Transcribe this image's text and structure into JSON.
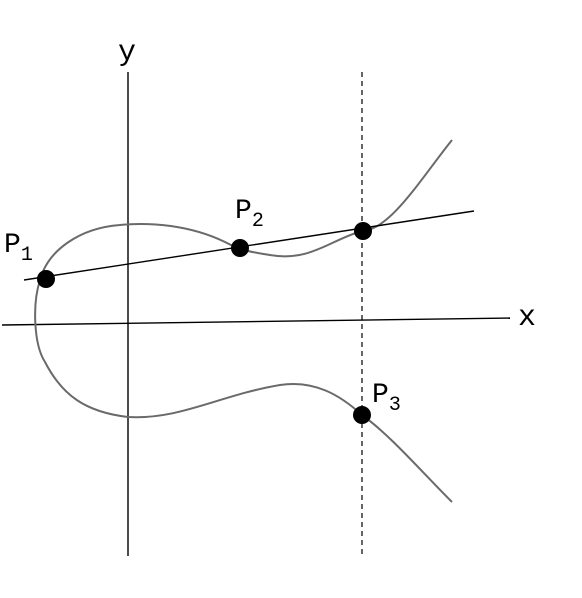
{
  "axes": {
    "x_label": "x",
    "y_label": "y"
  },
  "points": [
    {
      "name": "P",
      "subscript": "1"
    },
    {
      "name": "P",
      "subscript": "2"
    },
    {
      "name": "P",
      "subscript": "3"
    }
  ],
  "colors": {
    "curve": "#6a6a6a",
    "lines": "#000000",
    "background": "#ffffff"
  }
}
